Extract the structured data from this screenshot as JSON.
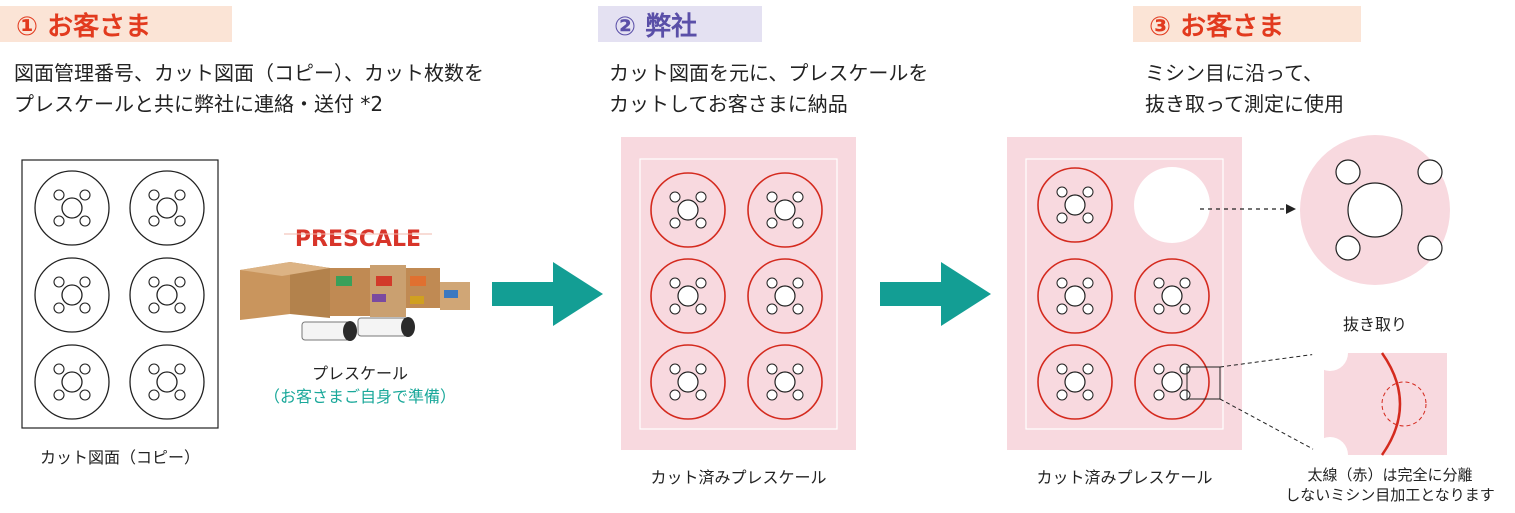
{
  "steps": [
    {
      "label": "① お客さま"
    },
    {
      "label": "② 弊社"
    },
    {
      "label": "③ お客さま"
    }
  ],
  "desc1": {
    "line1": "図面管理番号、カット図面（コピー）、カット枚数を",
    "line2": "プレスケールと共に弊社に連絡・送付 *2"
  },
  "desc2": {
    "line1": "カット図面を元に、プレスケールを",
    "line2": "カットしてお客さまに納品"
  },
  "desc3": {
    "line1": "ミシン目に沿って、",
    "line2": "抜き取って測定に使用"
  },
  "captions": {
    "drawing": "カット図面（コピー）",
    "product": "プレスケール",
    "product_note": "（お客さまご自身で準備）",
    "cut_sheet": "カット済みプレスケール",
    "cut_sheet2": "カット済みプレスケール",
    "removed": "抜き取り",
    "note_line1": "太線（赤）は完全に分離",
    "note_line2": "しないミシン目加工となります"
  },
  "brand": {
    "logo_text": "PRESCALE"
  },
  "colors": {
    "accent_red": "#e23a1e",
    "teal": "#139e94",
    "pink": "#f8d9df",
    "purple": "#5a4fa8"
  }
}
